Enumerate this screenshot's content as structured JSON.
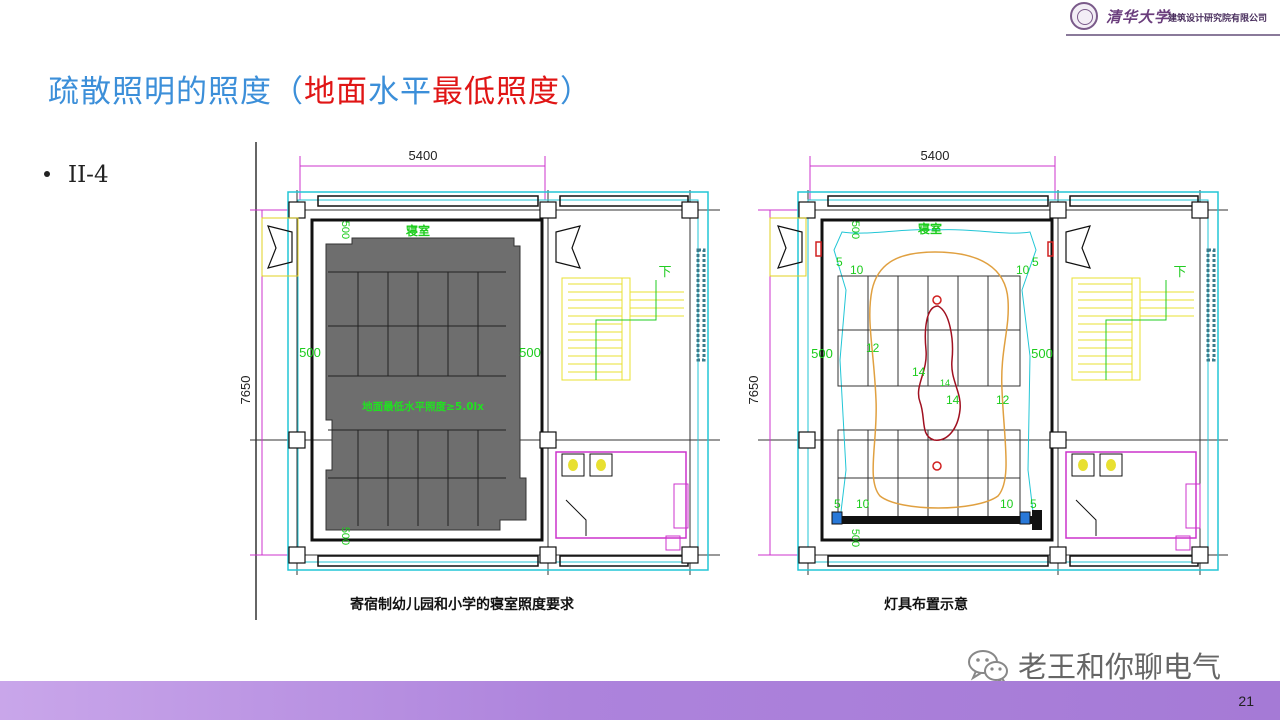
{
  "header": {
    "logo_name": "清华大学",
    "logo_subtitle": "建筑设计研究院有限公司"
  },
  "title": {
    "part1": "疏散照明的照度（",
    "part2": "地面",
    "part3": "水平",
    "part4": "最低照度",
    "part5": "）",
    "color_blue": "#3c8fd9",
    "color_red": "#e01515"
  },
  "bullet": {
    "text": "II-4"
  },
  "plan_left": {
    "width_dim": "5400",
    "height_dim": "7650",
    "dim_500_left": "500",
    "dim_500_right": "500",
    "dim_500_top": "500",
    "dim_500_bottom": "500",
    "room_label": "寝室",
    "stair_label": "下",
    "note": "地面最低水平照度≥5.0lx",
    "caption": "寄宿制幼儿园和小学的寝室照度要求"
  },
  "plan_right": {
    "width_dim": "5400",
    "height_dim": "7650",
    "dim_500_left": "500",
    "dim_500_right": "500",
    "dim_500_top": "500",
    "dim_500_bottom": "500",
    "room_label": "寝室",
    "stair_label": "下",
    "contour_labels": {
      "c5_tl": "5",
      "c10_tl": "10",
      "c10_tr": "10",
      "c5_tr": "5",
      "c12_l": "12",
      "c12_r": "12",
      "c14_a": "14",
      "c14_b": "14",
      "c14_c": "14",
      "c5_bl": "5",
      "c10_bl": "10",
      "c10_br": "10",
      "c5_br": "5"
    },
    "caption": "灯具布置示意"
  },
  "watermark": {
    "text": "老王和你聊电气",
    "icon": "wechat-icon"
  },
  "footer": {
    "page_number": "21"
  }
}
